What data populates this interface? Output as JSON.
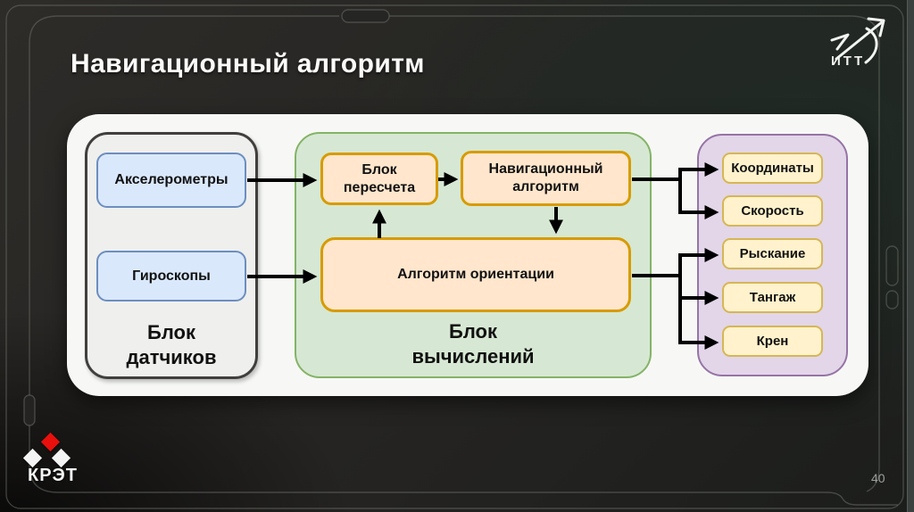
{
  "slide": {
    "title": "Навигационный алгоритм",
    "page_number": "40"
  },
  "logos": {
    "itt": {
      "label": "ИТТ"
    },
    "kret": {
      "label": "КРЭТ"
    }
  },
  "diagram": {
    "sensors_group": {
      "label": "Блок\nдатчиков",
      "boxes": [
        {
          "id": "accelerometers",
          "label": "Акселерометры"
        },
        {
          "id": "gyroscopes",
          "label": "Гироскопы"
        }
      ]
    },
    "compute_group": {
      "label": "Блок\nвычислений",
      "boxes": [
        {
          "id": "recalculation",
          "label": "Блок пересчета"
        },
        {
          "id": "navigation-algorithm",
          "label": "Навигационный алгоритм"
        },
        {
          "id": "orientation-algorithm",
          "label": "Алгоритм ориентации"
        }
      ]
    },
    "outputs_group": {
      "boxes": [
        {
          "id": "coordinates",
          "label": "Координаты"
        },
        {
          "id": "speed",
          "label": "Скорость"
        },
        {
          "id": "yaw",
          "label": "Рыскание"
        },
        {
          "id": "pitch",
          "label": "Тангаж"
        },
        {
          "id": "roll",
          "label": "Крен"
        }
      ]
    },
    "connections": [
      "Акселерометры → Блок пересчета",
      "Гироскопы → Алгоритм ориентации",
      "Блок пересчета → Навигационный алгоритм",
      "Навигационный алгоритм → Алгоритм ориентации",
      "Алгоритм ориентации → Блок пересчета",
      "Навигационный алгоритм → Координаты",
      "Навигационный алгоритм → Скорость",
      "Алгоритм ориентации → Рыскание",
      "Алгоритм ориентации → Тангаж",
      "Алгоритм ориентации → Крен"
    ],
    "colors": {
      "background": "#272523",
      "panel": "#f7f8f6",
      "sensors_group_fill": "#efefed",
      "sensors_group_stroke": "#413f3d",
      "sensor_box_fill": "#dae8fc",
      "sensor_box_stroke": "#6c8ebf",
      "compute_group_fill": "#d6e8d3",
      "compute_group_stroke": "#84b366",
      "compute_box_fill": "#ffe6cc",
      "compute_box_stroke": "#d79b00",
      "outputs_group_fill": "#e2d6e8",
      "outputs_group_stroke": "#9673a6",
      "output_box_fill": "#fff2cc",
      "output_box_stroke": "#d6b656",
      "arrow": "#000000",
      "kret_red": "#e8100c",
      "title_text": "#fbfbfa"
    }
  }
}
